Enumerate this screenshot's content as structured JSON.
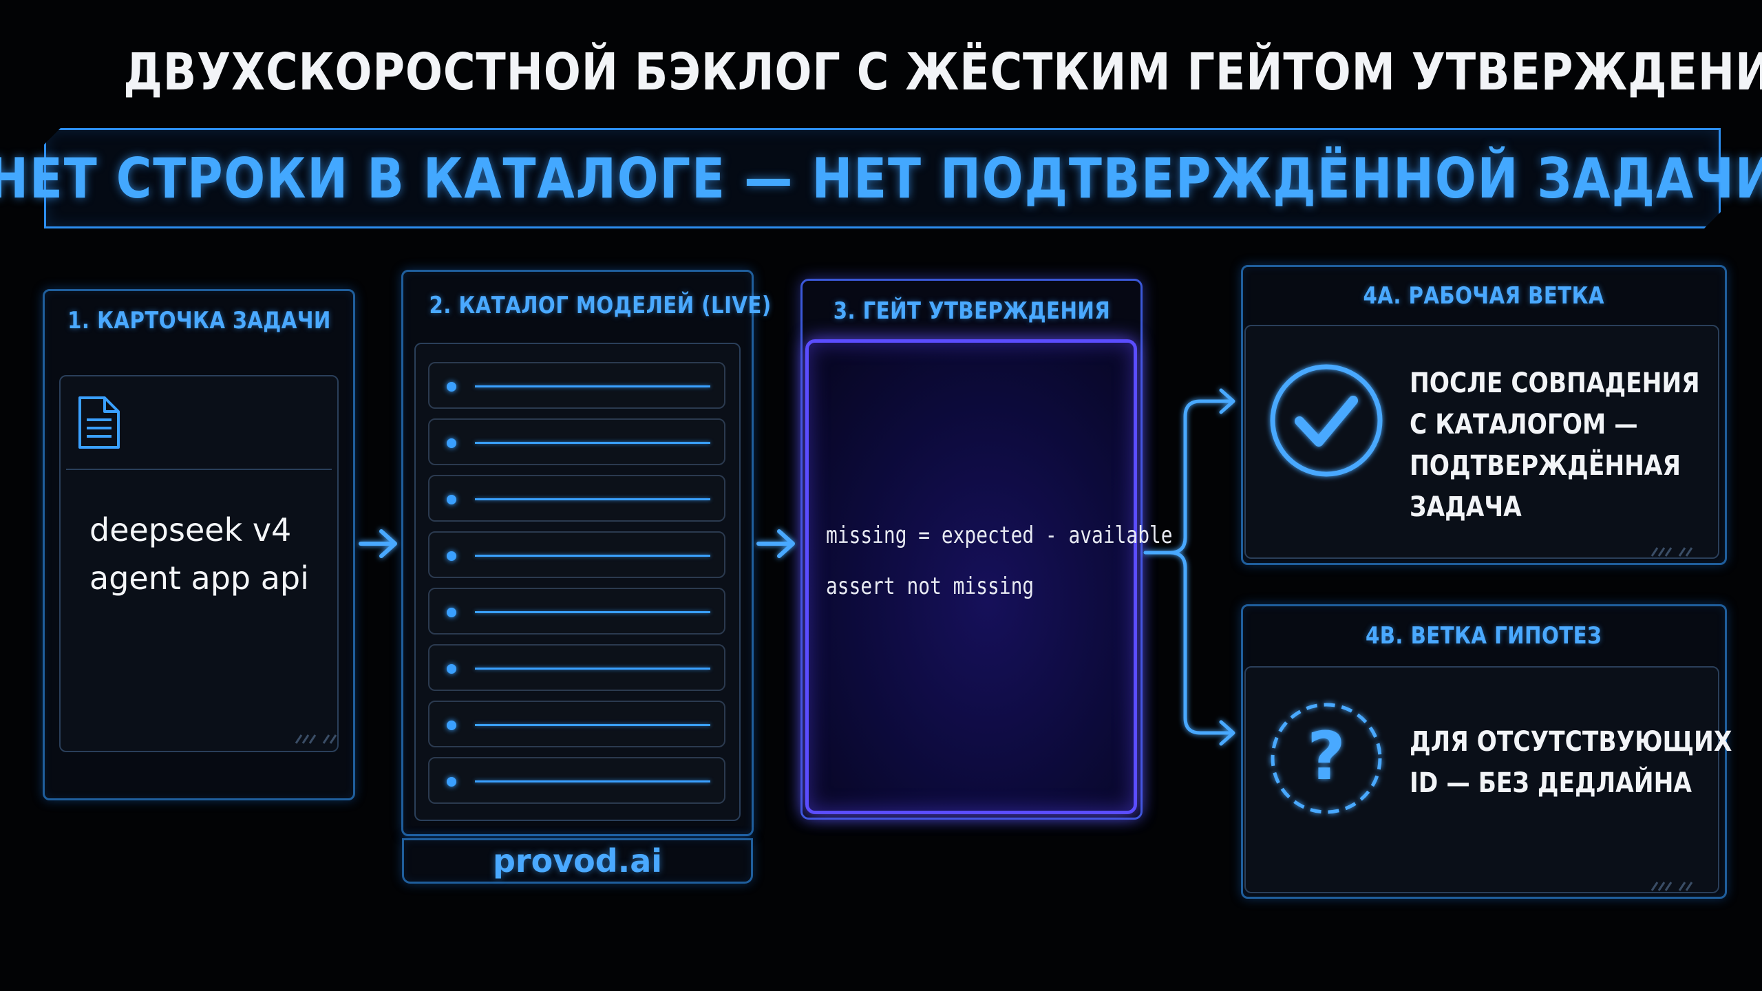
{
  "title": "ДВУХСКОРОСТНОЙ БЭКЛОГ С ЖЁСТКИМ ГЕЙТОМ УТВЕРЖДЕНИЯ",
  "banner": "НЕТ СТРОКИ В КАТАЛОГЕ — НЕТ ПОДТВЕРЖДЁННОЙ ЗАДАЧИ",
  "task_card": {
    "title": "1. КАРТОЧКА ЗАДАЧИ",
    "line1": "deepseek v4",
    "line2": "agent app api",
    "icon": "document-icon"
  },
  "catalog": {
    "title": "2. КАТАЛОГ МОДЕЛЕЙ (LIVE)",
    "row_count": 8,
    "footer": "provod.ai"
  },
  "gate": {
    "title": "3. ГЕЙТ УТВЕРЖДЕНИЯ",
    "code_line1": "missing = expected - available",
    "code_line2": "assert not missing"
  },
  "branch_a": {
    "title": "4А. РАБОЧАЯ ВЕТКА",
    "lines": [
      "ПОСЛЕ СОВПАДЕНИЯ",
      "С КАТАЛОГОМ —",
      "ПОДТВЕРЖДЁННАЯ",
      "ЗАДАЧА"
    ],
    "icon": "check-circle-icon"
  },
  "branch_b": {
    "title": "4В. ВЕТКА ГИПОТЕЗ",
    "lines": [
      "ДЛЯ ОТСУТСТВУЮЩИХ",
      "ID — БЕЗ ДЕДЛАЙНА"
    ],
    "icon": "question-circle-icon"
  },
  "colors": {
    "accent": "#3aa0ff",
    "gate": "#5b4dff",
    "background": "#020305"
  }
}
